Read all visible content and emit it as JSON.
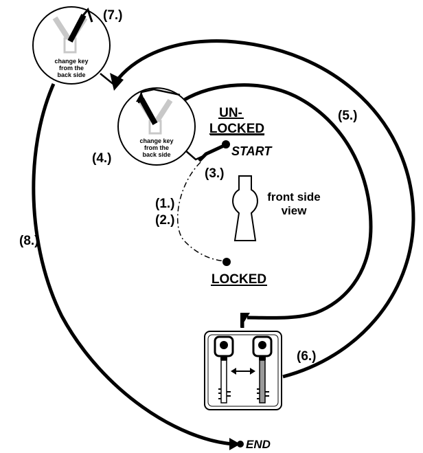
{
  "steps": {
    "s1": "(1.)",
    "s2": "(2.)",
    "s3": "(3.)",
    "s4": "(4.)",
    "s5": "(5.)",
    "s6": "(6.)",
    "s7": "(7.)",
    "s8": "(8.)"
  },
  "states": {
    "unlocked_line1": "UN-",
    "unlocked_line2": "LOCKED",
    "locked": "LOCKED",
    "start": "START",
    "end": "END"
  },
  "view_label": {
    "line1": "front side",
    "line2": "view"
  },
  "change_key_text": {
    "line1": "change key",
    "line2": "from the",
    "line3": "back side"
  },
  "colors": {
    "ink": "#000000",
    "light_key": "#c8c8c8",
    "key_fill": "#9a9a9a"
  }
}
